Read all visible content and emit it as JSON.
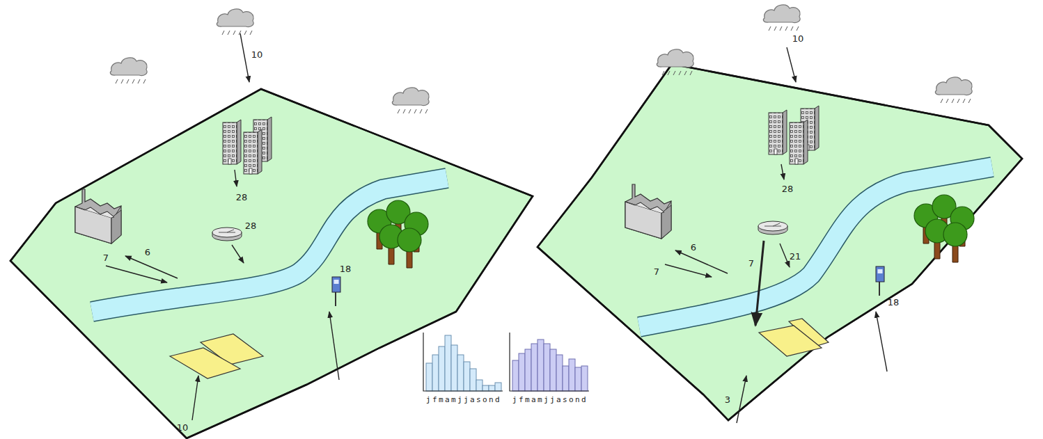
{
  "diagram": {
    "labels": [
      "10",
      "28",
      "6",
      "7",
      "28",
      "18",
      "10",
      "jfmamjjasond",
      "jfmamjjasond",
      "10",
      "28",
      "6",
      "7",
      "7",
      "21",
      "18",
      "3"
    ]
  }
}
